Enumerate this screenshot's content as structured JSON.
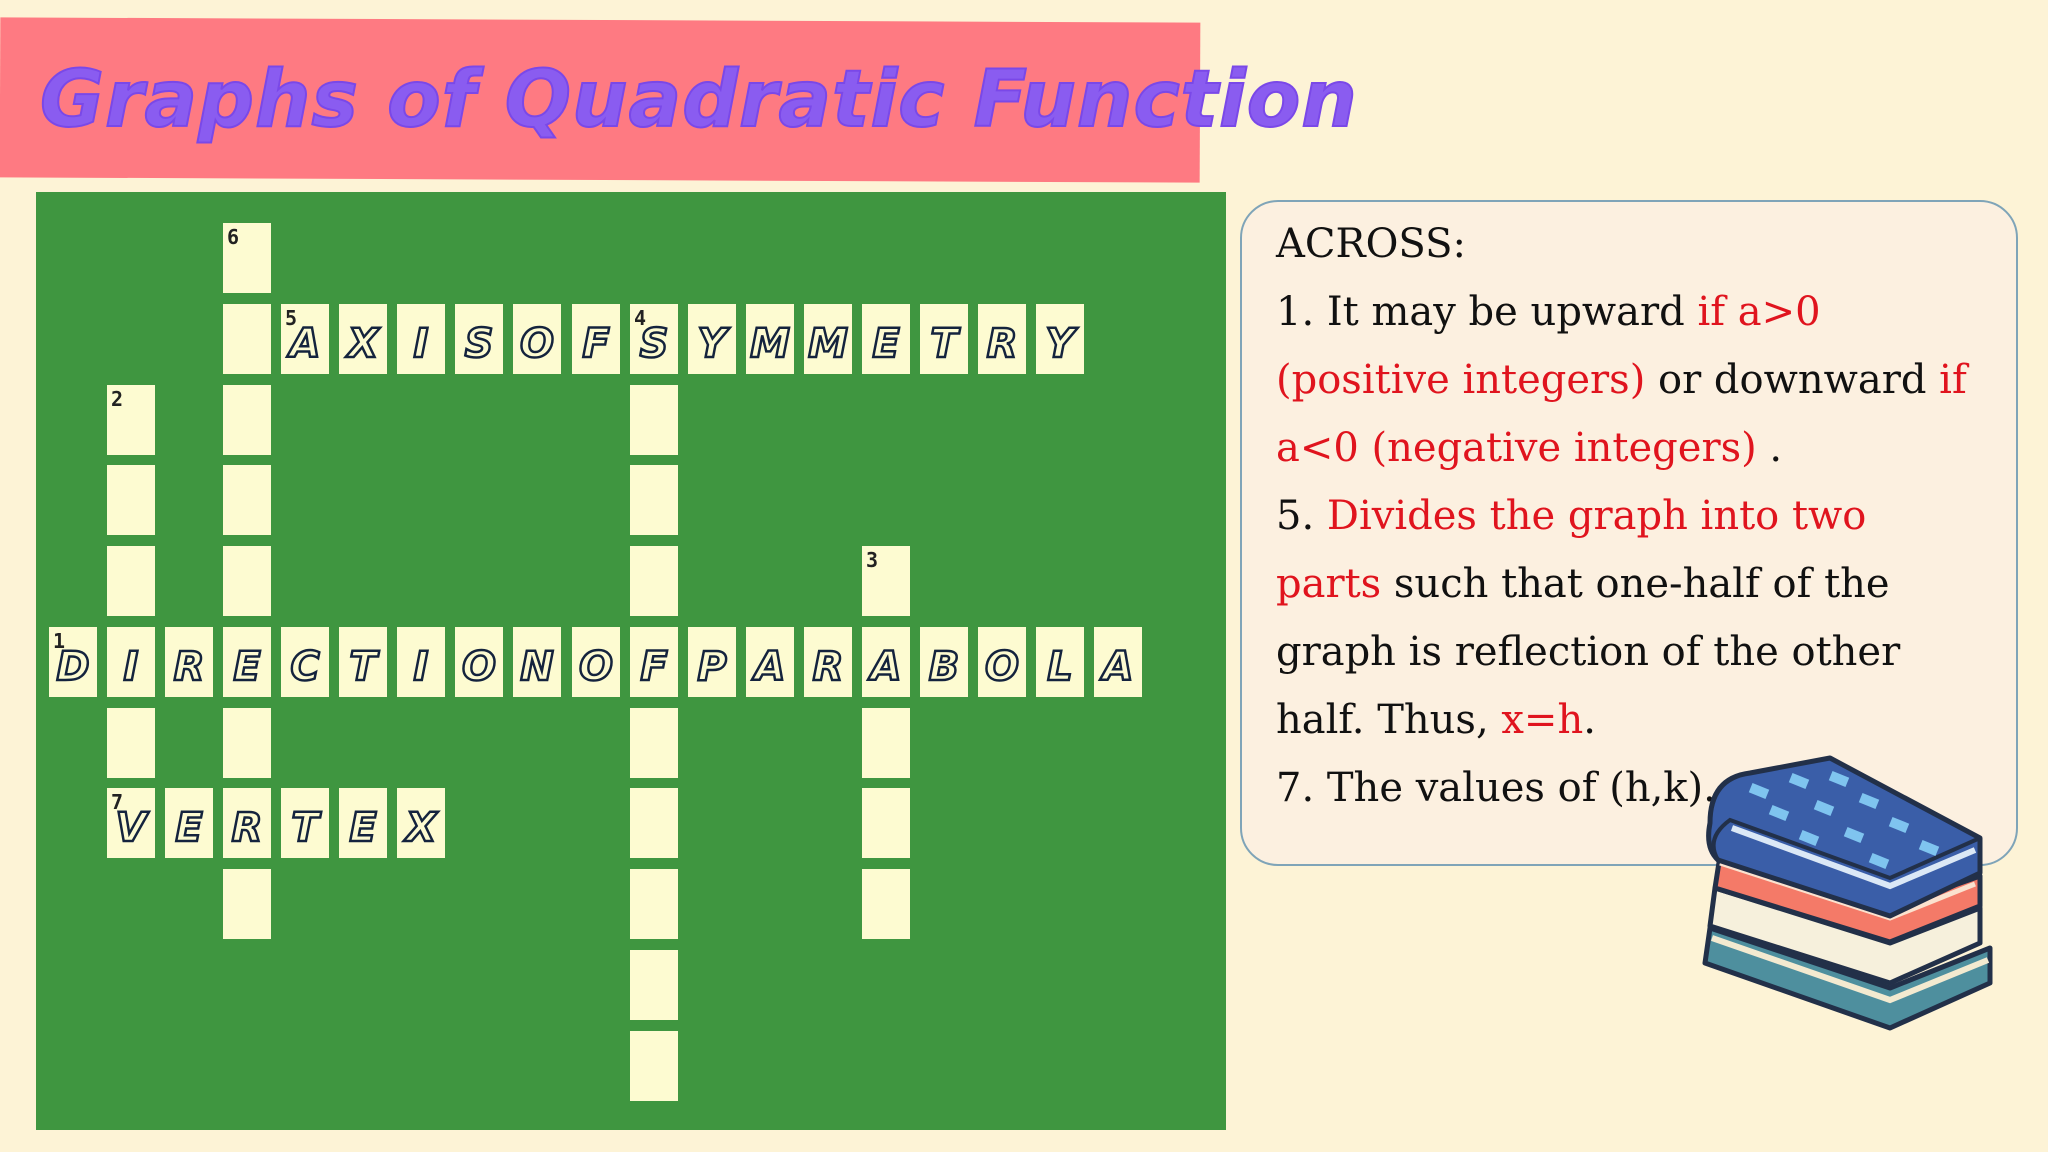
{
  "title": "Graphs of Quadratic Function",
  "colors": {
    "background": "#fdf3d6",
    "banner": "#fe7a82",
    "title": "#8a5cf0",
    "board": "#3f9640",
    "cell": "#fdfbd1",
    "highlight": "#e0141e"
  },
  "crossword": {
    "numbers": {
      "n1": "1",
      "n2": "2",
      "n3": "3",
      "n4": "4",
      "n5": "5",
      "n6": "6",
      "n7": "7"
    },
    "across": [
      {
        "number": "5",
        "answer": "AXISOFSYMMETRY"
      },
      {
        "number": "1",
        "answer": "DIRECTIONOFPARABOLA"
      },
      {
        "number": "7",
        "answer": "VERTEX"
      }
    ]
  },
  "clues": {
    "heading": "ACROSS:",
    "c1": {
      "prefix": "1. It may be upward ",
      "r1": "if a>0 (positive integers)",
      "mid": " or downward ",
      "r2": "if a<0 (negative integers)",
      "end": " ."
    },
    "c5": {
      "prefix": "5. ",
      "r1": "Divides the graph into two parts",
      "mid": " such that one-half of the graph is reflection of the other half. Thus, ",
      "r2": "x=h",
      "end": "."
    },
    "c7": "7. The values of (h,k)."
  },
  "icons": {
    "books": "stack-of-books-icon"
  }
}
